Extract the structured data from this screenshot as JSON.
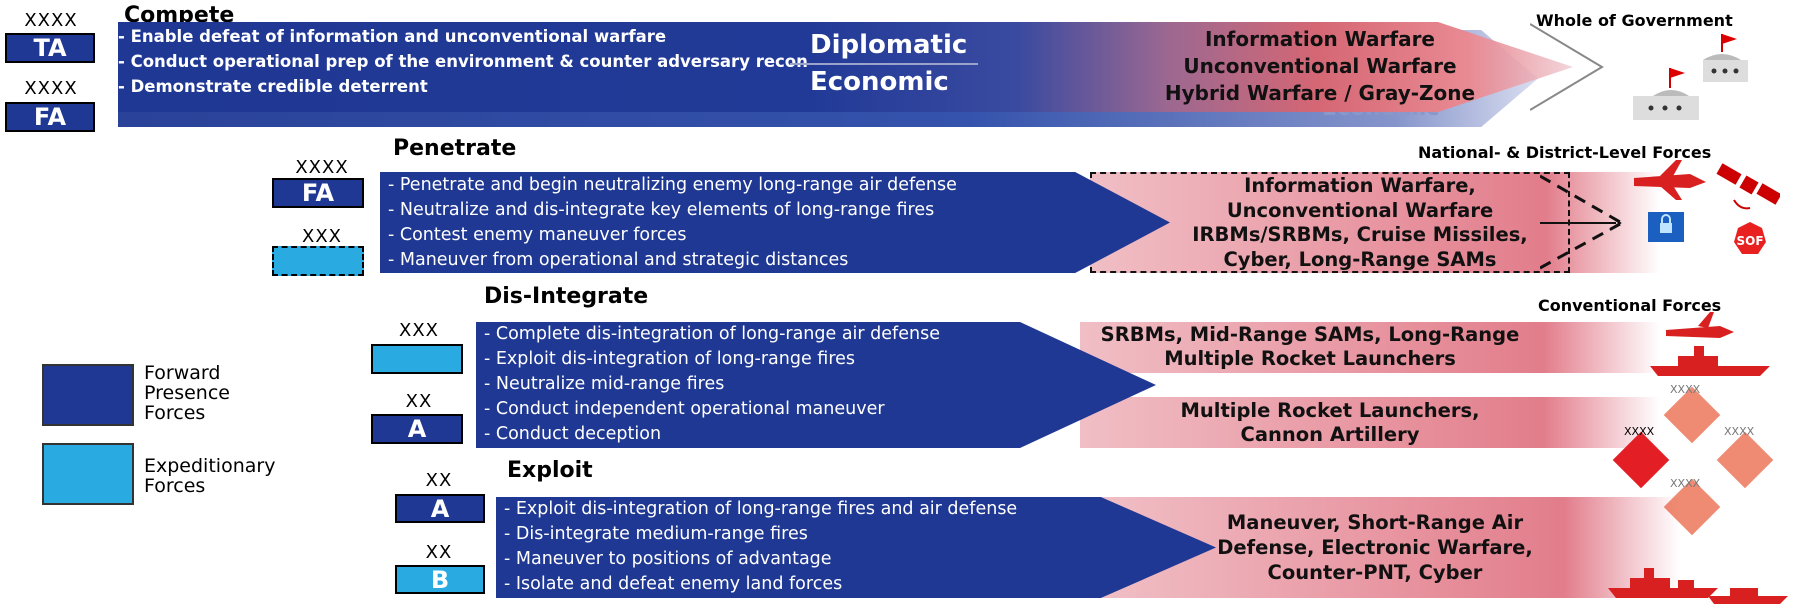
{
  "compete": {
    "title": "Compete",
    "units": [
      {
        "echelon": "XXXX",
        "label": "TA"
      },
      {
        "echelon": "XXXX",
        "label": "FA"
      }
    ],
    "tasks": [
      "- Enable defeat of information and unconventional warfare",
      "- Conduct operational prep of the environment & counter adversary recon",
      "- Demonstrate credible deterrent"
    ],
    "hidden_task": "- Demonstrate credible deterrent",
    "domains": {
      "top": "Diplomatic",
      "bottom": "Economic"
    },
    "ghost_domain": "Economic",
    "threats": [
      "Information Warfare",
      "Unconventional Warfare",
      "Hybrid Warfare / Gray-Zone"
    ],
    "forces_label": "Whole of Government"
  },
  "penetrate": {
    "title": "Penetrate",
    "units": [
      {
        "echelon": "XXXX",
        "label": "FA"
      },
      {
        "echelon": "XXX",
        "label": ""
      }
    ],
    "tasks": [
      "- Penetrate and begin neutralizing enemy long-range air defense",
      "- Neutralize and dis-integrate key elements of long-range fires",
      "- Contest enemy maneuver forces",
      "- Maneuver from operational and strategic distances"
    ],
    "threats": [
      "Information Warfare,",
      "Unconventional Warfare",
      "IRBMs/SRBMs, Cruise Missiles,",
      "Cyber, Long-Range SAMs"
    ],
    "forces_label": "National- & District-Level Forces",
    "sof_label": "SOF"
  },
  "disintegrate": {
    "title": "Dis-Integrate",
    "units": [
      {
        "echelon": "XXX",
        "label": ""
      },
      {
        "echelon": "XX",
        "label": "A"
      }
    ],
    "tasks": [
      "- Complete dis-integration of long-range air defense",
      "- Exploit dis-integration of long-range fires",
      "- Neutralize mid-range fires",
      "- Conduct independent operational maneuver",
      "- Conduct deception"
    ],
    "threats_top": [
      "SRBMs, Mid-Range SAMs, Long-Range",
      "Multiple Rocket Launchers"
    ],
    "threats_bottom": [
      "Multiple Rocket Launchers,",
      "Cannon Artillery"
    ],
    "forces_label": "Conventional Forces",
    "diamond_labels": [
      "XXXX",
      "XXXX",
      "XXXX",
      "XXXX"
    ]
  },
  "exploit": {
    "title": "Exploit",
    "units": [
      {
        "echelon": "XX",
        "label": "A"
      },
      {
        "echelon": "XX",
        "label": "B"
      }
    ],
    "tasks": [
      "- Exploit dis-integration of long-range fires and air defense",
      "- Dis-integrate medium-range fires",
      "- Maneuver to positions of advantage",
      "- Isolate and defeat enemy land forces"
    ],
    "threats": [
      "Maneuver, Short-Range Air",
      "Defense, Electronic Warfare,",
      "Counter-PNT, Cyber"
    ]
  },
  "legend": [
    {
      "label": "Forward\nPresence\nForces",
      "color": "#1f3893"
    },
    {
      "label": "Expeditionary\nForces",
      "color": "#29abe2"
    }
  ],
  "colors": {
    "dark_blue": "#1f3893",
    "light_blue": "#29abe2",
    "threat_red": "#d6465a"
  }
}
